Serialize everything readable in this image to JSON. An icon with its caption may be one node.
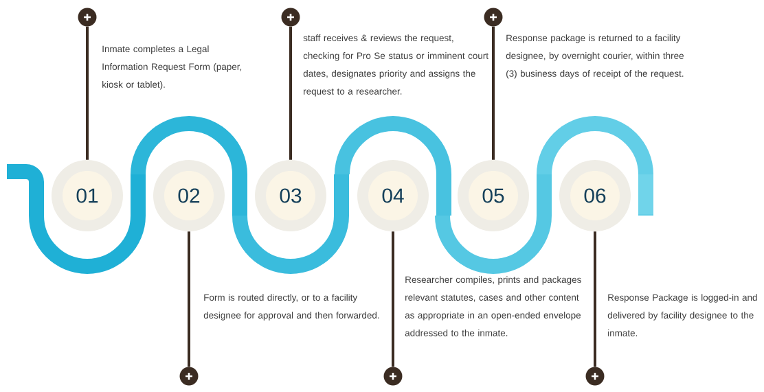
{
  "diagram": {
    "nodes": [
      {
        "text": [
          "01"
        ]
      },
      {
        "text": [
          "02"
        ]
      },
      {
        "text": [
          "03"
        ]
      },
      {
        "text": [
          "04"
        ]
      },
      {
        "text": [
          "05"
        ]
      },
      {
        "text": [
          "06"
        ]
      },
      {
        "text": [],
        "shape": "circle"
      },
      {
        "text": [],
        "shape": "circle"
      },
      {
        "text": [],
        "shape": "circle"
      },
      {
        "text": [],
        "shape": "circle"
      },
      {
        "text": [],
        "shape": "circle"
      },
      {
        "text": [],
        "shape": "circle"
      }
    ],
    "edges": [
      {
        "from": 0,
        "to": 6,
        "arrow": "none"
      },
      {
        "from": 1,
        "to": 7,
        "arrow": "none"
      },
      {
        "from": 2,
        "to": 8,
        "arrow": "none"
      },
      {
        "from": 3,
        "to": 9,
        "arrow": "none"
      },
      {
        "from": 4,
        "to": 10,
        "arrow": "none"
      },
      {
        "from": 5,
        "to": 11,
        "arrow": "none"
      }
    ],
    "labels": [
      "Inmate completes a Legal Information Request Form (paper, kiosk or tablet).",
      "staff receives & reviews the request, checking for Pro Se status or imminent court dates, designates priority and assigns the request to a researcher.",
      "Response package is returned to a facility designee, by overnight courier, within three (3) business days of receipt of the request.",
      "Form is routed directly, or to a facility designee for approval and then forwarded.",
      "Researcher compiles, prints and packages relevant statutes, cases and other content as appropriate in an open-ended envelope addressed to the inmate.",
      "Response Package is logged-in and delivered by facility designee to the inmate."
    ]
  }
}
